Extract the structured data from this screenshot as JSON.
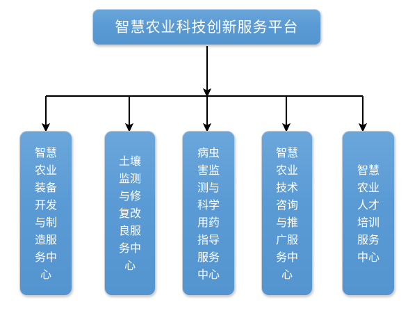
{
  "diagram": {
    "type": "organization-hierarchy",
    "orientation": "top-down",
    "root": {
      "label": "智慧农业科技创新服务平台"
    },
    "children": [
      {
        "label": "智慧农业装备开发与制造服务中心"
      },
      {
        "label": "土壤监测与修复改良服务中心"
      },
      {
        "label": "病虫害监测与科学用药指导服务中心"
      },
      {
        "label": "智慧农业技术咨询与推广服务中心"
      },
      {
        "label": "智慧农业人才培训服务中心"
      }
    ],
    "colors": {
      "node_fill": "#5b9bd5",
      "node_fill_light": "#6aa6da",
      "node_border": "#c7cdd3",
      "node_text": "#ffffff",
      "connector": "#000000",
      "background": "#ffffff"
    }
  }
}
